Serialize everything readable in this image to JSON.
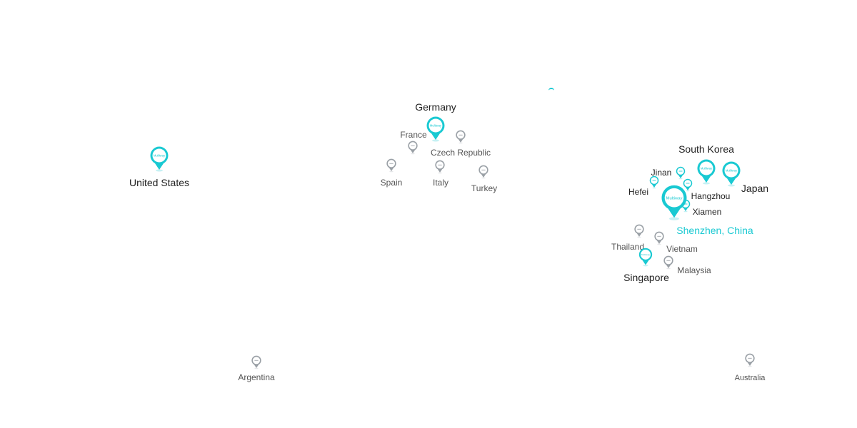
{
  "colors": {
    "accent": "#19c9d2",
    "gray_marker": "#9aa0a6",
    "label": "#222222",
    "secondary_label": "#555555"
  },
  "marker_text": "Multiway",
  "locations": [
    {
      "id": "united-states",
      "label": "United States",
      "type": "office"
    },
    {
      "id": "germany",
      "label": "Germany",
      "type": "office"
    },
    {
      "id": "france",
      "label": "France",
      "type": "partner"
    },
    {
      "id": "czech-republic",
      "label": "Czech Republic",
      "type": "partner"
    },
    {
      "id": "spain",
      "label": "Spain",
      "type": "partner"
    },
    {
      "id": "italy",
      "label": "Italy",
      "type": "partner"
    },
    {
      "id": "turkey",
      "label": "Turkey",
      "type": "partner"
    },
    {
      "id": "south-korea",
      "label": "South Korea",
      "type": "office"
    },
    {
      "id": "japan",
      "label": "Japan",
      "type": "office"
    },
    {
      "id": "jinan",
      "label": "Jinan",
      "type": "office-small"
    },
    {
      "id": "hefei",
      "label": "Hefei",
      "type": "office-small"
    },
    {
      "id": "hangzhou",
      "label": "Hangzhou",
      "type": "office-small"
    },
    {
      "id": "xiamen",
      "label": "Xiamen",
      "type": "office-small"
    },
    {
      "id": "shenzhen-china",
      "label": "Shenzhen, China",
      "type": "headquarters"
    },
    {
      "id": "thailand",
      "label": "Thailand",
      "type": "partner"
    },
    {
      "id": "vietnam",
      "label": "Vietnam",
      "type": "partner"
    },
    {
      "id": "singapore",
      "label": "Singapore",
      "type": "office"
    },
    {
      "id": "malaysia",
      "label": "Malaysia",
      "type": "partner"
    },
    {
      "id": "argentina",
      "label": "Argentina",
      "type": "partner"
    },
    {
      "id": "australia",
      "label": "Australia",
      "type": "partner"
    }
  ]
}
